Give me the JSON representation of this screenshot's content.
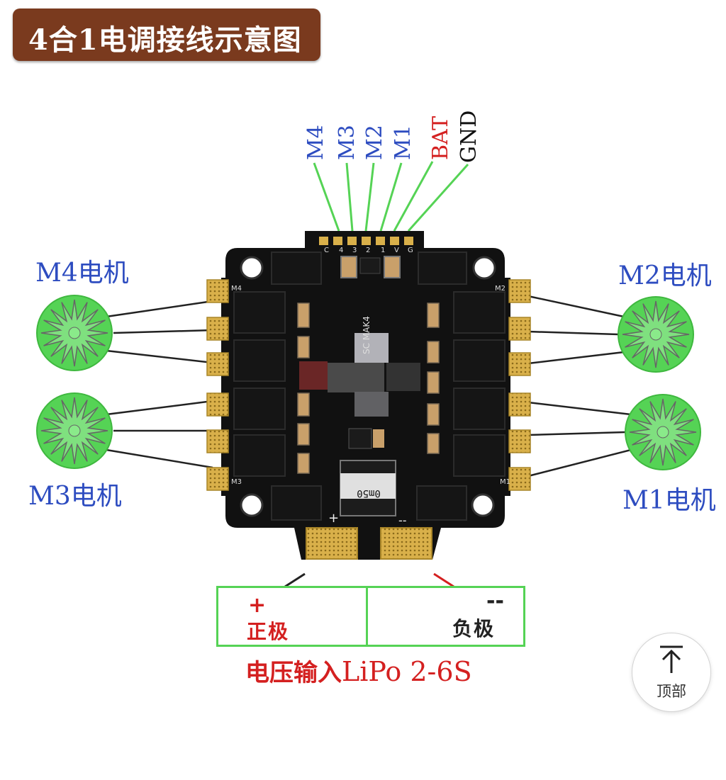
{
  "title": "4合1电调接线示意图",
  "motors": {
    "m4": "M4电机",
    "m3": "M3电机",
    "m2": "M2电机",
    "m1": "M1电机"
  },
  "signal_wires": {
    "labels": [
      "M4",
      "M3",
      "M2",
      "M1",
      "BAT",
      "GND"
    ],
    "colors": [
      "#2d4cc0",
      "#2d4cc0",
      "#2d4cc0",
      "#2d4cc0",
      "#d42020",
      "#111111"
    ]
  },
  "board": {
    "silk_model": "SC MAK4",
    "silk_pins": [
      "C",
      "4",
      "3",
      "2",
      "1",
      "V",
      "G"
    ],
    "pad_labels": [
      "M4",
      "M3",
      "M2",
      "M1"
    ],
    "shunt": "0m50",
    "plus": "+",
    "minus": "--"
  },
  "power": {
    "positive_sign": "+",
    "positive_label": "正极",
    "negative_sign": "--",
    "negative_label": "负极",
    "caption_cn": "电压输入",
    "caption_en": "LiPo 2-6S"
  },
  "top_button": {
    "label": "顶部"
  },
  "colors": {
    "banner": "#7a3a1e",
    "motor_green": "#55d355",
    "wire_green": "#55d355",
    "label_blue": "#2d4cc0",
    "label_red": "#d42020",
    "board": "#111111"
  }
}
